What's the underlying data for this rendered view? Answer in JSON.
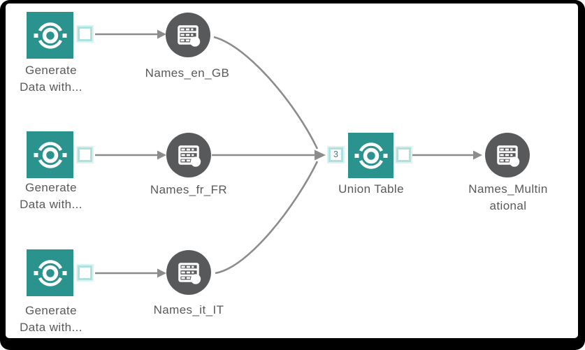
{
  "frame": {
    "background": "#000000",
    "canvas_background": "#ffffff"
  },
  "colors": {
    "node_teal": "#2A938E",
    "node_gray": "#58595B",
    "port_border": "#ACE2DF",
    "edge_gray": "#8C8C8C",
    "label_text": "#595959",
    "port_count_text": "#4F7780"
  },
  "nodes": {
    "gen1": {
      "label_line1": "Generate",
      "label_line2": "Data with...",
      "icon": "generate-data-icon"
    },
    "gen2": {
      "label_line1": "Generate",
      "label_line2": "Data with...",
      "icon": "generate-data-icon"
    },
    "gen3": {
      "label_line1": "Generate",
      "label_line2": "Data with...",
      "icon": "generate-data-icon"
    },
    "table_en_gb": {
      "label": "Names_en_GB",
      "icon": "table-icon"
    },
    "table_fr_fr": {
      "label": "Names_fr_FR",
      "icon": "table-icon"
    },
    "table_it_it": {
      "label": "Names_it_IT",
      "icon": "table-icon"
    },
    "union": {
      "label": "Union Table",
      "input_count": "3",
      "icon": "generate-data-icon"
    },
    "table_multinational": {
      "label_line1": "Names_Multin",
      "label_line2": "ational",
      "icon": "table-icon"
    }
  }
}
